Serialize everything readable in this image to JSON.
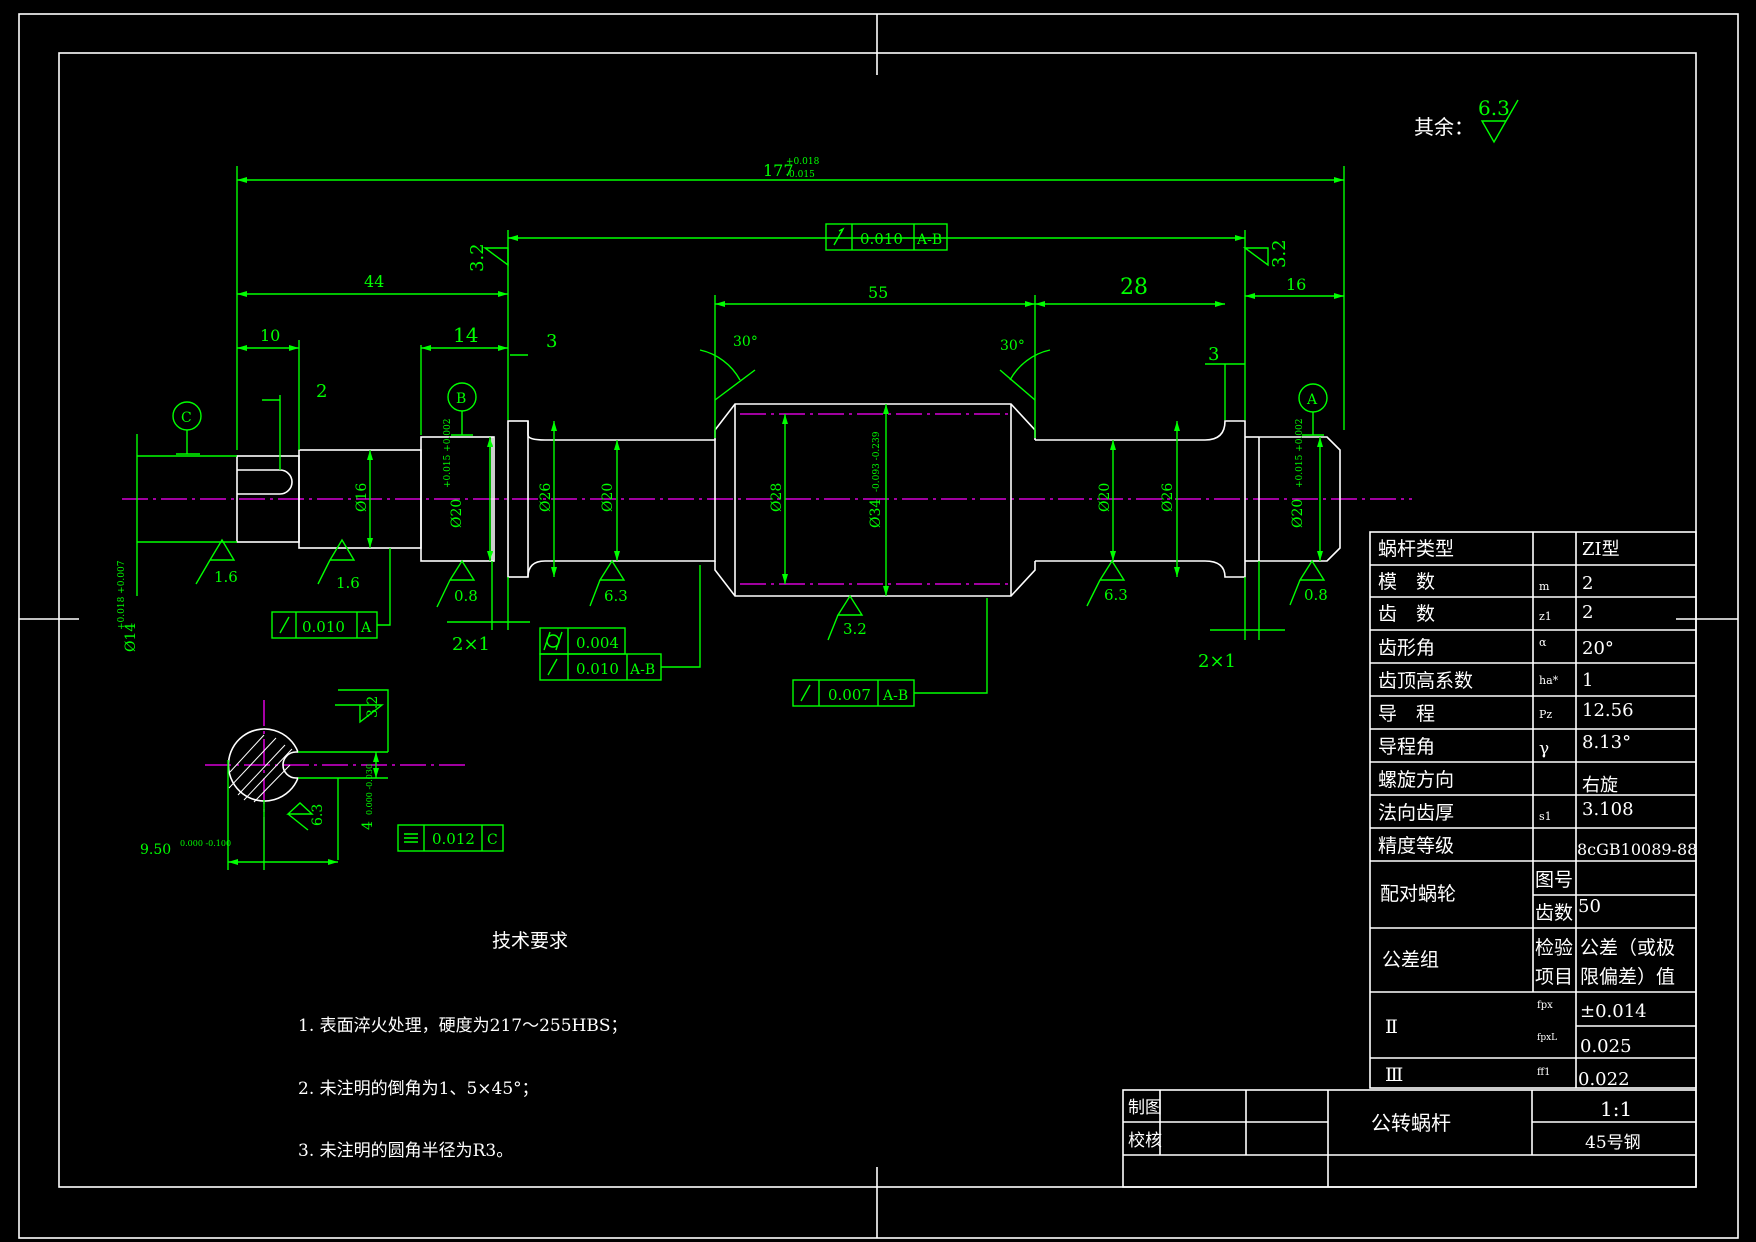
{
  "surface_note": {
    "label": "其余：",
    "value": "6.3"
  },
  "dimensions": {
    "overall": "177",
    "overall_tol_upper": "+0.018",
    "overall_tol_lower": "-0.015",
    "left_44": "44",
    "d10": "10",
    "d2": "2",
    "d14": "14",
    "d3_left": "3",
    "d55": "55",
    "d28": "28",
    "d16": "16",
    "d3_right": "3",
    "angle_left": "30°",
    "angle_right": "30°",
    "chamfer_left": "2×1",
    "chamfer_right": "2×1",
    "phi16": "Ø16",
    "phi20_left": "Ø20",
    "phi20_left_tol": "+0.015 +0.002",
    "phi26_left": "Ø26",
    "phi20_mid_left": "Ø20",
    "phi28": "Ø28",
    "phi34": "Ø34",
    "phi34_tol": "-0.093 -0.239",
    "phi20_mid_right": "Ø20",
    "phi26_right": "Ø26",
    "phi20_right": "Ø20",
    "phi20_right_tol": "+0.015 +0.002",
    "phi14": "Ø14",
    "phi14_tol": "+0.018 +0.007",
    "keyway_width": "4",
    "keyway_tol": "0.000 -0.030",
    "keyway_depth": "9.50",
    "keyway_depth_tol": "0.000 -0.100"
  },
  "datums": {
    "a": "A",
    "b": "B",
    "c": "C"
  },
  "roughness": {
    "r1": "1.6",
    "r2": "1.6",
    "r3": "0.8",
    "r4": "6.3",
    "r5": "3.2",
    "r6": "6.3",
    "r7": "0.8",
    "r8": "3.2",
    "r9": "3.2",
    "r10": "3.2",
    "r11": "6.3"
  },
  "tolerance_frames": {
    "top": {
      "value": "0.010",
      "datum": "A-B"
    },
    "left": {
      "value": "0.010",
      "datum": "A"
    },
    "cyl": {
      "value": "0.004"
    },
    "runout_mid": {
      "value": "0.010",
      "datum": "A-B"
    },
    "runout_right": {
      "value": "0.007",
      "datum": "A-B"
    },
    "sym": {
      "value": "0.012",
      "datum": "C"
    }
  },
  "tech_requirements": {
    "title": "技术要求",
    "items": [
      "1. 表面淬火处理，硬度为217～255HBS；",
      "2. 未注明的倒角为1、5×45°；",
      "3.  未注明的圆角半径为R3。"
    ]
  },
  "params_table": {
    "rows": [
      {
        "label": "蜗杆类型",
        "sym": "",
        "value": "ZI型"
      },
      {
        "label": "模　数",
        "sym": "m",
        "value": "2"
      },
      {
        "label": "齿　数",
        "sym": "z1",
        "value": "2"
      },
      {
        "label": "齿形角",
        "sym": "α",
        "value": "20°"
      },
      {
        "label": "齿顶高系数",
        "sym": "ha*",
        "value": "1"
      },
      {
        "label": "导　程",
        "sym": "Pz",
        "value": "12.56"
      },
      {
        "label": "导程角",
        "sym": "γ",
        "value": "8.13°"
      },
      {
        "label": "螺旋方向",
        "sym": "",
        "value": "右旋"
      },
      {
        "label": "法向齿厚",
        "sym": "s1",
        "value": "3.108"
      },
      {
        "label": "精度等级",
        "sym": "",
        "value": "8cGB10089-88"
      }
    ],
    "mating_label": "配对蜗轮",
    "drawing_no_label": "图号",
    "drawing_no": "",
    "teeth_label": "齿数",
    "teeth": "50",
    "group_label": "公差组",
    "check_item_label_1": "检验",
    "check_item_label_2": "项目",
    "tol_value_label_1": "公差（或极",
    "tol_value_label_2": "限偏差）值",
    "group2": "Ⅱ",
    "fpx_sym": "fpx",
    "fpx": "±0.014",
    "fpxl_sym": "fpxL",
    "fpxl": "0.025",
    "group3": "Ⅲ",
    "ff1_sym": "ff1",
    "ff1": "0.022"
  },
  "title_block": {
    "drawn_label": "制图",
    "checked_label": "校核",
    "part_name": "公转蜗杆",
    "scale": "1:1",
    "material": "45号钢"
  }
}
